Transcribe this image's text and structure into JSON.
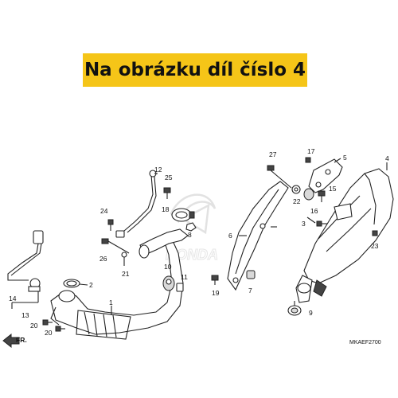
{
  "banner": {
    "text": "Na obrázku díl číslo 4"
  },
  "diagram": {
    "code": "MKAEF2700",
    "front_label": "FR.",
    "watermark": "HONDA",
    "callouts": [
      "1",
      "2",
      "3",
      "4",
      "5",
      "6",
      "7",
      "8",
      "9",
      "10",
      "11",
      "12",
      "13",
      "14",
      "15",
      "16",
      "17",
      "18",
      "19",
      "20",
      "21",
      "22",
      "23",
      "24",
      "25",
      "26",
      "27"
    ]
  }
}
